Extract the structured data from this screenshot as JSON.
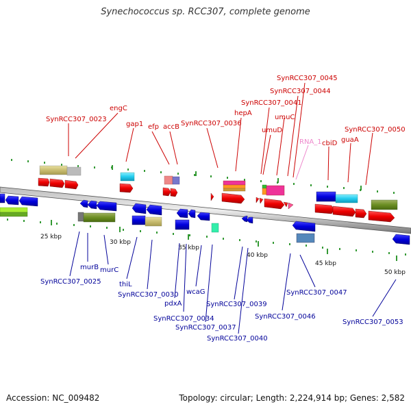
{
  "title": "Synechococcus sp. RCC307, complete genome",
  "footer": {
    "accession": "Accession: NC_009482",
    "summary": "Topology: circular; Length: 2,224,914 bp; Genes: 2,582"
  },
  "scale_labels": [
    "25 kbp",
    "30 kbp",
    "35 kbp",
    "40 kbp",
    "45 kbp",
    "50 kbp"
  ],
  "top_labels": [
    "SynRCC307_0023",
    "engC",
    "gap1",
    "efp",
    "accB",
    "SynRCC307_0036",
    "hepA",
    "SynRCC307_0041",
    "umuD",
    "umuC",
    "SynRCC307_0044",
    "SynRCC307_0045",
    "RNA_1",
    "cbiD",
    "guaA",
    "SynRCC307_0050"
  ],
  "bottom_labels": [
    "SynRCC307_0025",
    "murB",
    "murC",
    "thiL",
    "SynRCC307_0030",
    "pdxA",
    "SynRCC307_0034",
    "wcaG",
    "SynRCC307_0037",
    "SynRCC307_0039",
    "SynRCC307_0040",
    "SynRCC307_0046",
    "SynRCC307_0047",
    "SynRCC307_0053"
  ],
  "colors": {
    "forward_gene": "#ee0000",
    "reverse_gene": "#0000dd",
    "backbone": "#888888",
    "tick": "#339933",
    "top_label": "#cc0000",
    "bottom_label": "#000099"
  }
}
